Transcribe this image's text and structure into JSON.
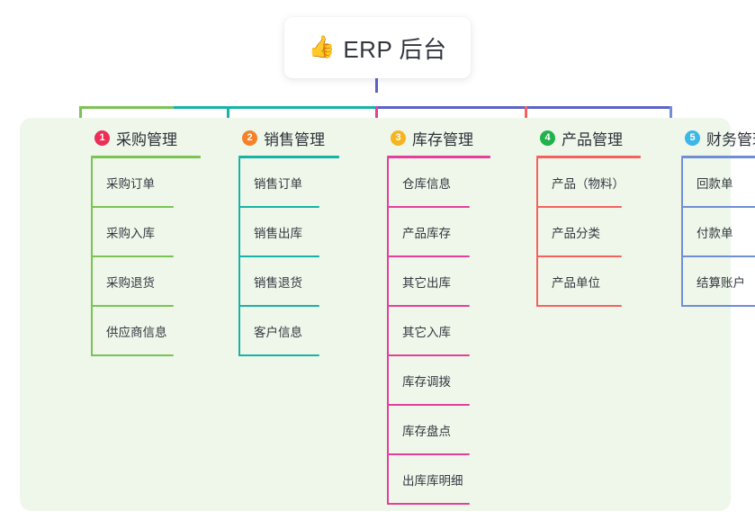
{
  "root": {
    "icon": "thumbs-up-icon",
    "emoji": "👍",
    "title": "ERP 后台"
  },
  "theme": {
    "page_background": "#ffffff",
    "panel_background": "#eef7ea",
    "card_background": "#ffffff",
    "title_text_color": "#32363f",
    "connector_left": "#7cc353",
    "connector_mid": "#14b5a5",
    "connector_right": "#5b62c8"
  },
  "columns": [
    {
      "index": "1",
      "title": "采购管理",
      "badge_color": "#ec2f56",
      "line_color": "#7cc353",
      "items": [
        {
          "label": "采购订单"
        },
        {
          "label": "采购入库"
        },
        {
          "label": "采购退货"
        },
        {
          "label": "供应商信息"
        }
      ]
    },
    {
      "index": "2",
      "title": "销售管理",
      "badge_color": "#f5822a",
      "line_color": "#17b3a6",
      "items": [
        {
          "label": "销售订单"
        },
        {
          "label": "销售出库"
        },
        {
          "label": "销售退货"
        },
        {
          "label": "客户信息"
        }
      ]
    },
    {
      "index": "3",
      "title": "库存管理",
      "badge_color": "#f6b41f",
      "line_color": "#e4409b",
      "items": [
        {
          "label": "仓库信息"
        },
        {
          "label": "产品库存"
        },
        {
          "label": "其它出库"
        },
        {
          "label": "其它入库"
        },
        {
          "label": "库存调拨"
        },
        {
          "label": "库存盘点"
        },
        {
          "label": "出库库明细"
        }
      ]
    },
    {
      "index": "4",
      "title": "产品管理",
      "badge_color": "#21b24b",
      "line_color": "#f4625f",
      "items": [
        {
          "label": "产品（物料）"
        },
        {
          "label": "产品分类"
        },
        {
          "label": "产品单位"
        }
      ]
    },
    {
      "index": "5",
      "title": "财务管理",
      "badge_color": "#3bb7e8",
      "line_color": "#6f8ed6",
      "items": [
        {
          "label": "回款单"
        },
        {
          "label": "付款单"
        },
        {
          "label": "结算账户"
        }
      ]
    }
  ]
}
